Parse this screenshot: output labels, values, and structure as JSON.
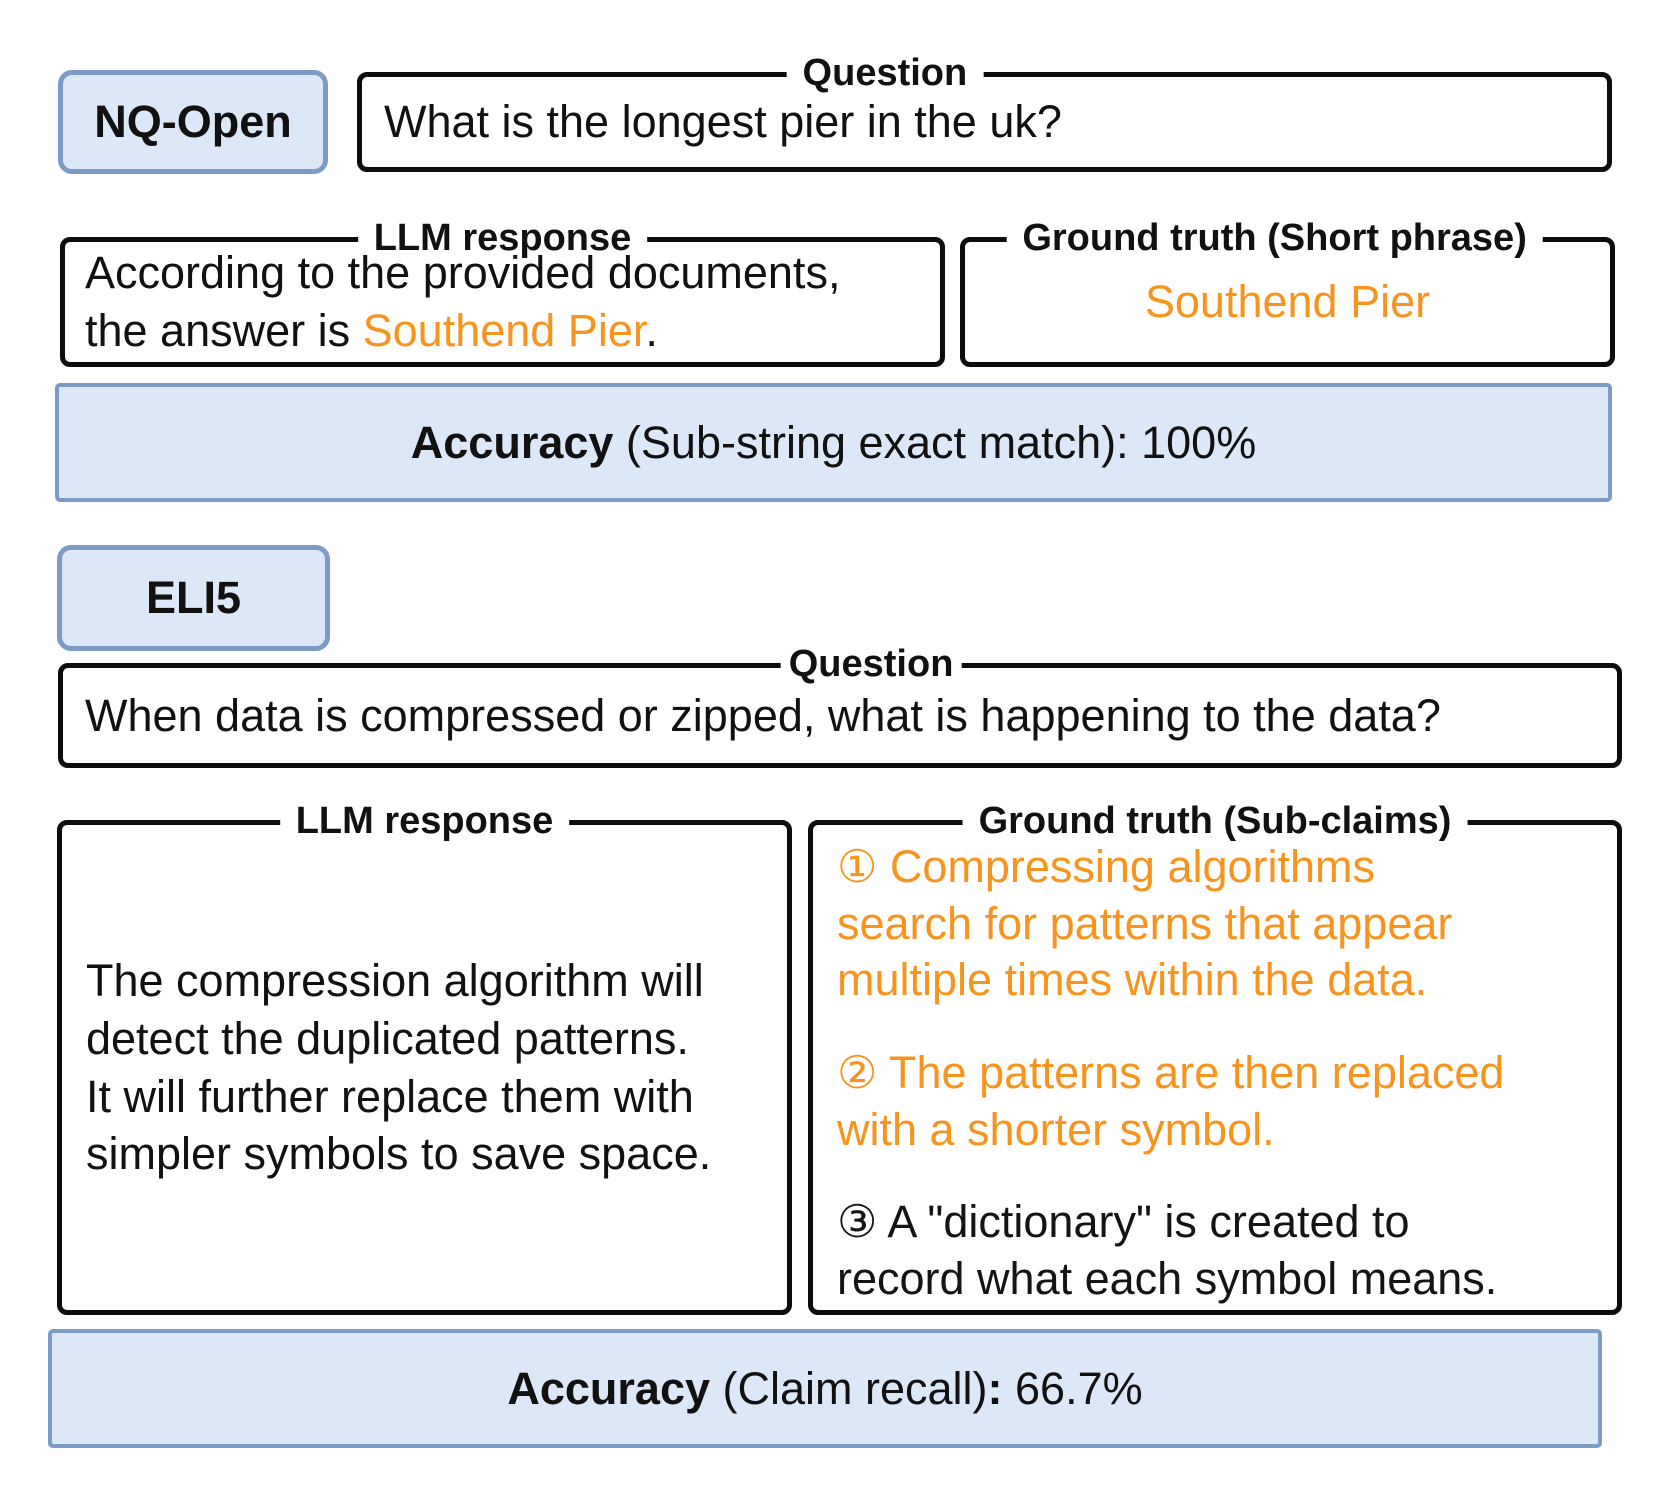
{
  "colors": {
    "highlight": "#F7941D",
    "claim_hit": "#F7941D",
    "claim_missed": "#141414",
    "panel_fill": "#DCE7F8",
    "panel_border": "#7D9BC7"
  },
  "nq_open": {
    "dataset_label": "NQ-Open",
    "question": {
      "label": "Question",
      "text": "What is the longest pier in the uk?"
    },
    "llm_response": {
      "label": "LLM response",
      "line1": "According to the provided documents,",
      "line2_prefix": "the answer is ",
      "line2_highlight": "Southend Pier",
      "line2_suffix": "."
    },
    "ground_truth": {
      "label": "Ground truth (Short phrase)",
      "text": "Southend Pier"
    },
    "accuracy": {
      "metric": "Accuracy",
      "method": " (Sub-string exact match): ",
      "value": "100%"
    }
  },
  "eli5": {
    "dataset_label": "ELI5",
    "question": {
      "label": "Question",
      "text": "When data is compressed or zipped, what is happening to the data?"
    },
    "llm_response": {
      "label": "LLM response",
      "lines": [
        "The compression algorithm will",
        "detect the duplicated patterns.",
        "It will further replace them with",
        "simpler symbols to save space."
      ]
    },
    "ground_truth": {
      "label": "Ground truth (Sub-claims)",
      "claims": [
        {
          "lines": [
            "① Compressing algorithms",
            "search for patterns that appear",
            "multiple times within the data."
          ],
          "color": "#F7941D"
        },
        {
          "lines": [
            "② The patterns are then replaced",
            "with a shorter symbol."
          ],
          "color": "#F7941D"
        },
        {
          "lines": [
            "③ A \"dictionary\" is created to",
            "record what each symbol means."
          ],
          "color": "#141414"
        }
      ]
    },
    "accuracy": {
      "metric": "Accuracy",
      "method": " (Claim recall)",
      "colon": ":",
      "value": " 66.7%"
    }
  }
}
